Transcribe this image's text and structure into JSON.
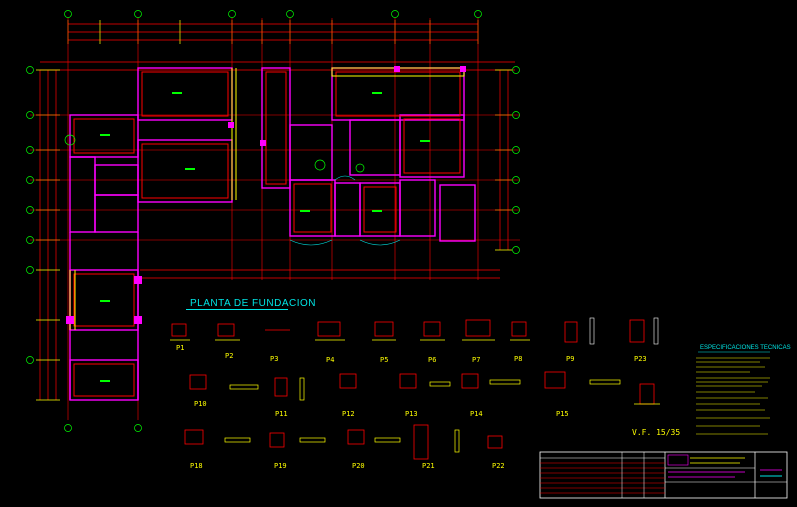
{
  "drawing": {
    "plan_title": "PLANTA DE FUNDACION",
    "specs_title": "ESPECIFICACIONES TECNICAS"
  },
  "footing_labels": [
    {
      "id": "p1",
      "text": "P1"
    },
    {
      "id": "p2",
      "text": "P2"
    },
    {
      "id": "p3",
      "text": "P3"
    },
    {
      "id": "p4",
      "text": "P4"
    },
    {
      "id": "p5",
      "text": "P5"
    },
    {
      "id": "p6",
      "text": "P6"
    },
    {
      "id": "p7",
      "text": "P7"
    },
    {
      "id": "p8",
      "text": "P8"
    },
    {
      "id": "p9",
      "text": "P9"
    },
    {
      "id": "p10",
      "text": "P10"
    },
    {
      "id": "p11",
      "text": "P11"
    },
    {
      "id": "p12",
      "text": "P12"
    },
    {
      "id": "p13",
      "text": "P13"
    },
    {
      "id": "p14",
      "text": "P14"
    },
    {
      "id": "p15",
      "text": "P15"
    },
    {
      "id": "p18",
      "text": "P18"
    },
    {
      "id": "p19",
      "text": "P19"
    },
    {
      "id": "p20",
      "text": "P20"
    },
    {
      "id": "p21",
      "text": "P21"
    },
    {
      "id": "p22",
      "text": "P22"
    },
    {
      "id": "p23",
      "text": "P23"
    },
    {
      "id": "vf",
      "text": "V.F. 15/35"
    }
  ],
  "colors": {
    "background": "#000000",
    "walls": "#ff0000",
    "footings": "#ff00ff",
    "dimensions": "#ffff00",
    "grid": "#00ff00",
    "axes": "#ffffff",
    "titles": "#00e5e5",
    "title_block_border": "#ffffff"
  }
}
